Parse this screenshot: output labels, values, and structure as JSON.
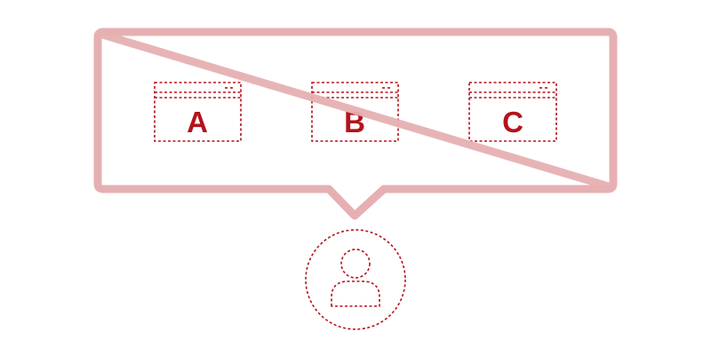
{
  "colors": {
    "bubble": "#e6b0b3",
    "dashed": "#b5121b",
    "letter": "#b5121b",
    "background": "#ffffff"
  },
  "speech_bubble": {
    "crossed_out": true
  },
  "windows": [
    {
      "label": "A"
    },
    {
      "label": "B"
    },
    {
      "label": "C"
    }
  ],
  "user": {
    "icon": "user-icon"
  }
}
